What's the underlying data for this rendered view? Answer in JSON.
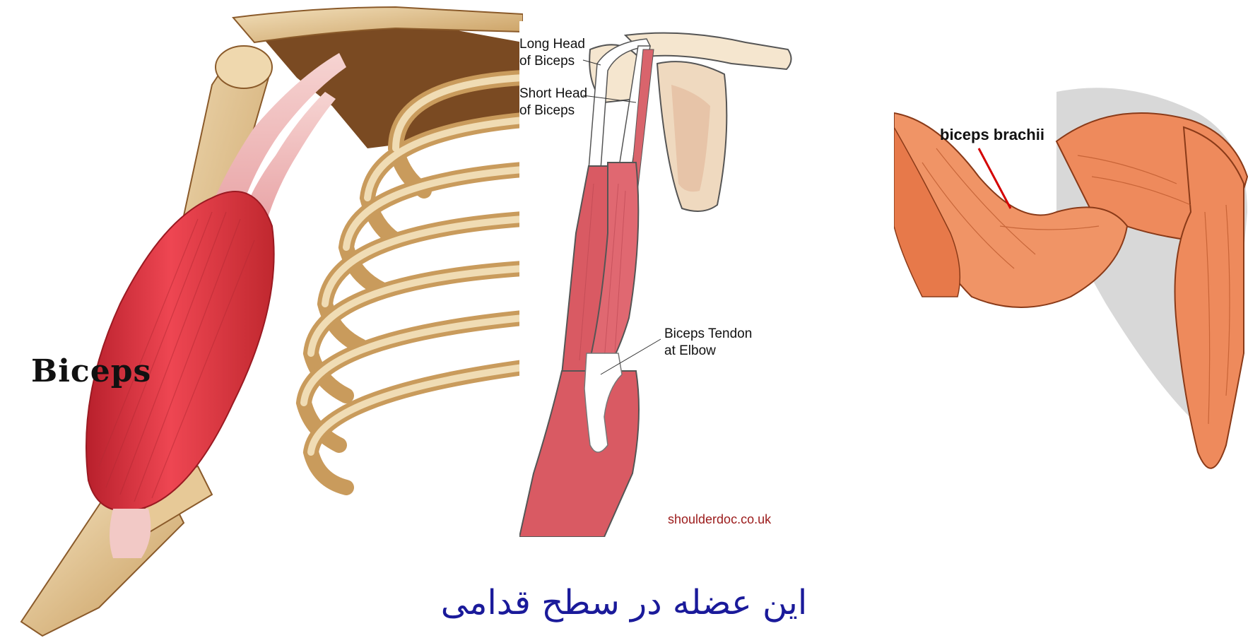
{
  "left_figure": {
    "label": "Biceps"
  },
  "middle_figure": {
    "labels": {
      "long_head_1": "Long Head",
      "long_head_2": "of Biceps",
      "short_head_1": "Short Head",
      "short_head_2": "of Biceps",
      "tendon_1": "Biceps Tendon",
      "tendon_2": "at Elbow"
    },
    "watermark": "shoulderdoc.co.uk"
  },
  "right_figure": {
    "label": "biceps brachii"
  },
  "caption": "این عضله در سطح قدامی",
  "colors": {
    "muscle_red": "#e0404a",
    "bone": "#e8cfa0",
    "bone_dark": "#b07a3a",
    "orange_muscle": "#ee8a5c",
    "caption_blue": "#1a1a9a",
    "pointer_red": "#d40000"
  }
}
